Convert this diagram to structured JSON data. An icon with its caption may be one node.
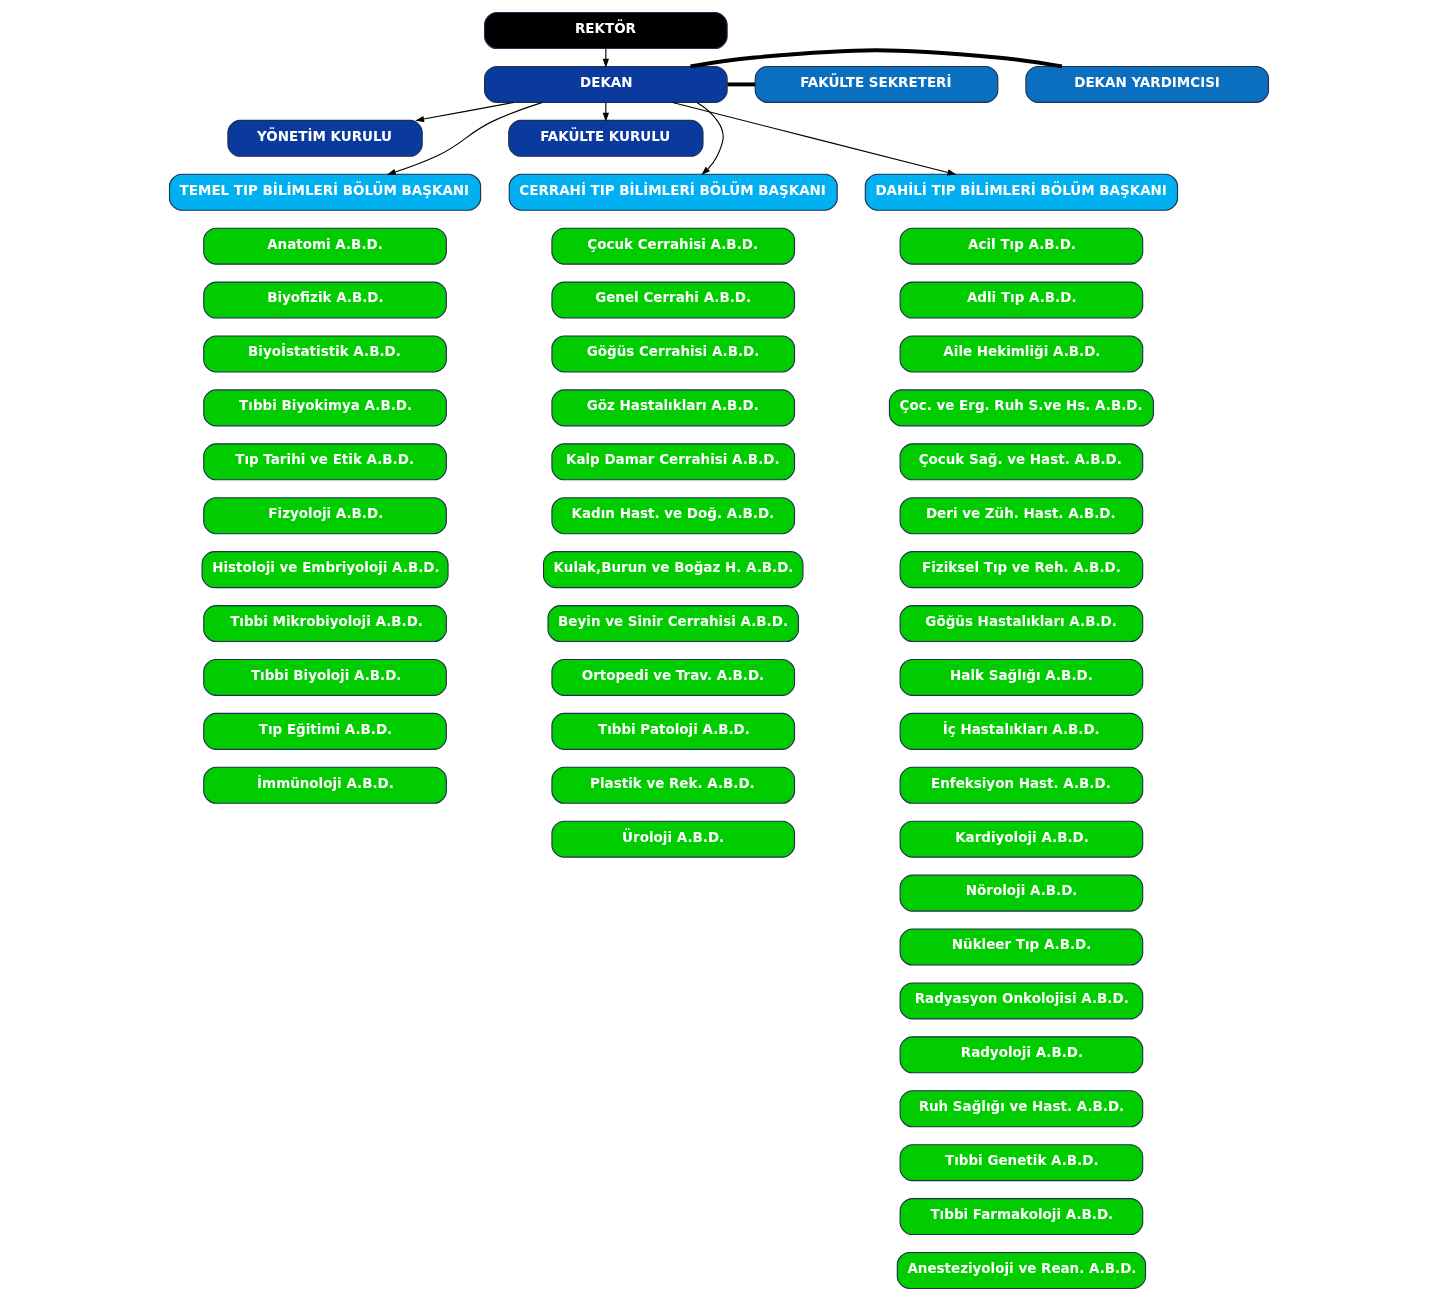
{
  "diagram": {
    "nodes": [
      {
        "text": [
          "REKTÖR"
        ]
      },
      {
        "text": [
          "DEKAN"
        ]
      },
      {
        "text": [
          "DEKAN YARDIMCISI"
        ]
      },
      {
        "text": [
          "FAKÜLTE SEKRETERİ"
        ]
      },
      {
        "text": [
          "YÖNETİM KURULU"
        ]
      },
      {
        "text": [
          "FAKÜLTE KURULU"
        ]
      },
      {
        "text": [
          "TEMEL TIP BİLİMLERİ BÖLÜM BAŞKANI"
        ]
      },
      {
        "text": [
          "DAHİLİ TIP BİLİMLERİ BÖLÜM BAŞKANI"
        ]
      },
      {
        "text": [
          "CERRAHİ TIP BİLİMLERİ BÖLÜM BAŞKANI"
        ]
      },
      {
        "text": [
          "Anatomi A.B.D."
        ]
      },
      {
        "text": [
          "Biyofizik A.B.D."
        ]
      },
      {
        "text": [
          "Biyoİstatistik A.B.D."
        ]
      },
      {
        "text": [
          "Tıbbi Biyokimya A.B.D."
        ]
      },
      {
        "text": [
          "Tıp Tarihi ve Etik A.B.D."
        ]
      },
      {
        "text": [
          "Fizyoloji A.B.D."
        ]
      },
      {
        "text": [
          "Histoloji ve Embriyoloji A.B.D."
        ]
      },
      {
        "text": [
          "Tıbbi Mikrobiyoloji A.B.D."
        ]
      },
      {
        "text": [
          "Tıbbi Biyoloji A.B.D."
        ]
      },
      {
        "text": [
          "Tıp Eğitimi A.B.D."
        ]
      },
      {
        "text": [
          "İmmünoloji A.B.D."
        ]
      },
      {
        "text": [
          "Acil Tıp A.B.D."
        ]
      },
      {
        "text": [
          "Adli Tıp A.B.D."
        ]
      },
      {
        "text": [
          "Aile Hekimliği A.B.D."
        ]
      },
      {
        "text": [
          "Çoc. ve Erg. Ruh S.ve Hs. A.B.D."
        ]
      },
      {
        "text": [
          "Çocuk Sağ. ve Hast. A.B.D."
        ]
      },
      {
        "text": [
          "Deri ve Züh. Hast. A.B.D."
        ]
      },
      {
        "text": [
          "Fiziksel Tıp ve Reh. A.B.D."
        ]
      },
      {
        "text": [
          "Göğüs Hastalıkları A.B.D."
        ]
      },
      {
        "text": [
          "Halk Sağlığı A.B.D."
        ]
      },
      {
        "text": [
          "İç Hastalıkları A.B.D."
        ]
      },
      {
        "text": [
          "Enfeksiyon Hast. A.B.D."
        ]
      },
      {
        "text": [
          "Kardiyoloji A.B.D."
        ]
      },
      {
        "text": [
          "Nöroloji A.B.D."
        ]
      },
      {
        "text": [
          "Nükleer Tıp A.B.D."
        ]
      },
      {
        "text": [
          "Radyasyon Onkolojisi A.B.D."
        ]
      },
      {
        "text": [
          "Radyoloji A.B.D."
        ]
      },
      {
        "text": [
          "Ruh Sağlığı ve Hast. A.B.D."
        ]
      },
      {
        "text": [
          "Tıbbi Genetik A.B.D."
        ]
      },
      {
        "text": [
          "Tıbbi Farmakoloji A.B.D."
        ]
      },
      {
        "text": [
          "Anesteziyoloji ve Rean. A.B.D."
        ]
      },
      {
        "text": [
          "Çocuk Cerrahisi A.B.D."
        ]
      },
      {
        "text": [
          "Genel Cerrahi A.B.D."
        ]
      },
      {
        "text": [
          "Göğüs Cerrahisi A.B.D."
        ]
      },
      {
        "text": [
          "Göz Hastalıkları A.B.D."
        ]
      },
      {
        "text": [
          "Kalp Damar Cerrahisi A.B.D."
        ]
      },
      {
        "text": [
          "Kadın Hast. ve Doğ. A.B.D."
        ]
      },
      {
        "text": [
          "Kulak,Burun ve Boğaz H. A.B.D."
        ]
      },
      {
        "text": [
          "Beyin ve Sinir Cerrahisi A.B.D."
        ]
      },
      {
        "text": [
          "Ortopedi ve Trav. A.B.D."
        ]
      },
      {
        "text": [
          "Tıbbi Patoloji A.B.D."
        ]
      },
      {
        "text": [
          "Plastik ve Rek. A.B.D."
        ]
      },
      {
        "text": [
          "Üroloji A.B.D."
        ]
      }
    ],
    "edges": [
      {
        "from": 0,
        "to": 1,
        "arrow": "to"
      },
      {
        "from": 1,
        "to": 2,
        "arrow": "none",
        "style": "thick"
      },
      {
        "from": 1,
        "to": 3,
        "arrow": "none",
        "style": "thick"
      },
      {
        "from": 1,
        "to": 4,
        "arrow": "to"
      },
      {
        "from": 1,
        "to": 5,
        "arrow": "to"
      },
      {
        "from": 1,
        "to": 6,
        "arrow": "to"
      },
      {
        "from": 1,
        "to": 7,
        "arrow": "to"
      },
      {
        "from": 1,
        "to": 8,
        "arrow": "to"
      }
    ]
  }
}
